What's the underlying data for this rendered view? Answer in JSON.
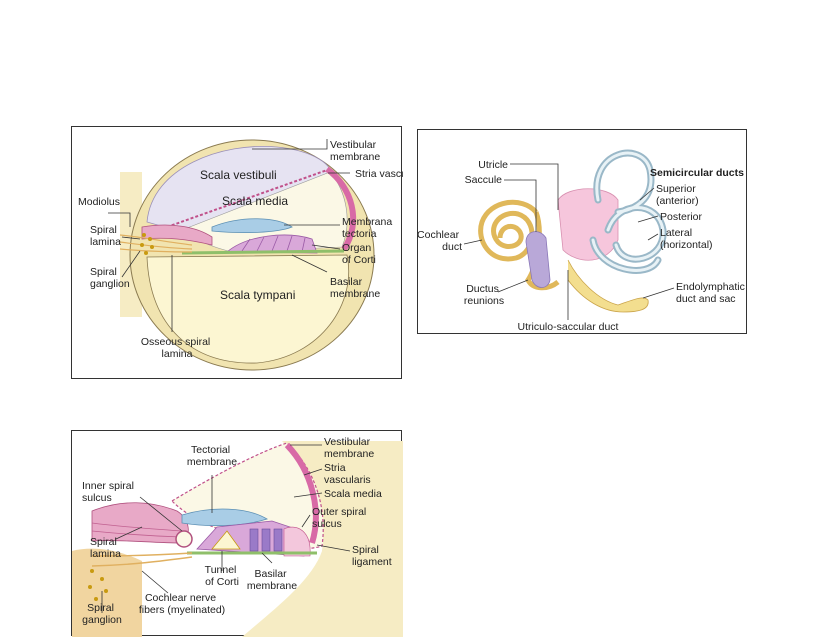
{
  "panel_a": {
    "regions": {
      "scala_vestibuli": "Scala vestibuli",
      "scala_media": "Scala media",
      "scala_tympani": "Scala tympani"
    },
    "labels": {
      "vestibular_membrane": [
        "Vestibular",
        "membrane"
      ],
      "stria_vascularis": [
        "Stria vascularis"
      ],
      "membrana_tectoria": [
        "Membrana",
        "tectoria"
      ],
      "organ_of_corti": [
        "Organ",
        "of Corti"
      ],
      "basilar_membrane": [
        "Basilar",
        "membrane"
      ],
      "modiolus": [
        "Modiolus"
      ],
      "spiral_lamina": [
        "Spiral",
        "lamina"
      ],
      "spiral_ganglion": [
        "Spiral",
        "ganglion"
      ],
      "osseous_spiral_lamina": [
        "Osseous spiral",
        "lamina"
      ]
    }
  },
  "panel_b": {
    "title": "Semicircular ducts",
    "labels": {
      "utricle": [
        "Utricle"
      ],
      "saccule": [
        "Saccule"
      ],
      "cochlear_duct": [
        "Cochlear",
        "duct"
      ],
      "ductus_reunions": [
        "Ductus",
        "reunions"
      ],
      "utriculo_saccular_duct": [
        "Utriculo-saccular duct"
      ],
      "superior": [
        "Superior",
        "(anterior)"
      ],
      "posterior": [
        "Posterior"
      ],
      "lateral": [
        "Lateral",
        "(horizontal)"
      ],
      "endolymphatic": [
        "Endolymphatic",
        "duct and sac"
      ]
    }
  },
  "panel_c": {
    "labels": {
      "tectorial_membrane": [
        "Tectorial",
        "membrane"
      ],
      "vestibular_membrane": [
        "Vestibular",
        "membrane"
      ],
      "stria_vascularis": [
        "Stria",
        "vascularis"
      ],
      "scala_media": [
        "Scala media"
      ],
      "inner_spiral_sulcus": [
        "Inner spiral",
        "sulcus"
      ],
      "outer_spiral_sulcus": [
        "Outer spiral",
        "sulcus"
      ],
      "spiral_lamina": [
        "Spiral",
        "lamina"
      ],
      "spiral_ligament": [
        "Spiral",
        "ligament"
      ],
      "tunnel_of_corti": [
        "Tunnel",
        "of Corti"
      ],
      "basilar_membrane": [
        "Basilar",
        "membrane"
      ],
      "spiral_ganglion": [
        "Spiral",
        "ganglion"
      ],
      "cochlear_nerve_fibers": [
        "Cochlear nerve",
        "fibers (myelinated)"
      ]
    }
  },
  "colors": {
    "bone": "#f6ecc4",
    "scala_vestibuli": "#e6e3f2",
    "scala_media": "#fbf8e6",
    "scala_tympani": "#fcf6d2",
    "membrane_pink": "#d86aa6",
    "tectoria_blue": "#a9cde6",
    "corti_lilac": "#d9a8d9",
    "utricle_pink": "#f6c6dc",
    "saccule_purple": "#b9a8d8",
    "duct_yellow": "#f3de8f",
    "semicircular_blue": "#cfe4ee"
  }
}
